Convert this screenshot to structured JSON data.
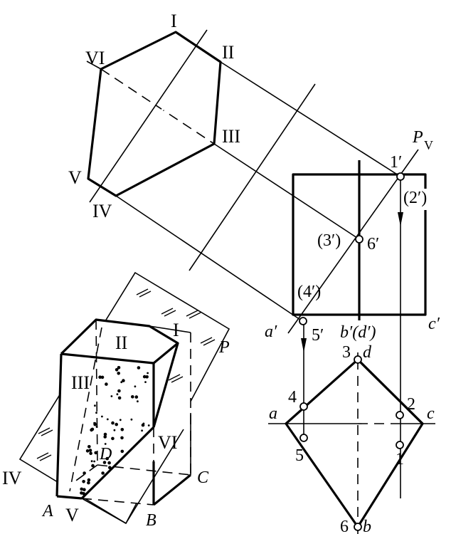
{
  "auxiliary_view": {
    "vertices": [
      "I",
      "II",
      "III",
      "IV",
      "V",
      "VI"
    ]
  },
  "projection": {
    "plane_label": "P",
    "plane_subscript": "V",
    "front_labels": [
      "1′",
      "(2′)",
      "(3′)",
      "6′",
      "(4′)",
      "a′",
      "5′",
      "b′(d′)",
      "c′"
    ],
    "top_labels": [
      "3",
      "d",
      "4",
      "2",
      "a",
      "c",
      "5",
      "1",
      "6",
      "b"
    ]
  },
  "pictorial": {
    "vertices": [
      "I",
      "II",
      "III",
      "IV",
      "V",
      "VI"
    ],
    "corners": [
      "A",
      "B",
      "C",
      "D"
    ],
    "plane_label": "P"
  },
  "colors": {
    "line": "#000000",
    "background": "#ffffff"
  }
}
